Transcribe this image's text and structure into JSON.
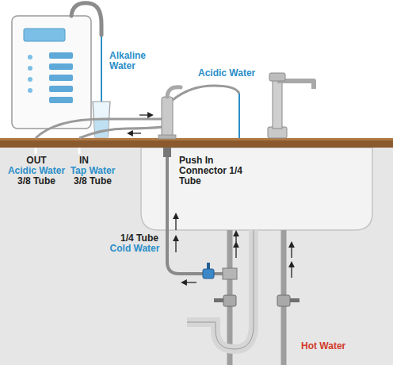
{
  "diagram": {
    "labels": [
      "Alkaline Water",
      "Acidic Water",
      "OUT",
      "Acidic Water",
      "3/8 Tube",
      "IN",
      "Tap Water",
      "3/8 Tube",
      "Push In Connector 1/4 Tube",
      "1/4 Tube",
      "Cold Water",
      "Hot Water"
    ]
  }
}
